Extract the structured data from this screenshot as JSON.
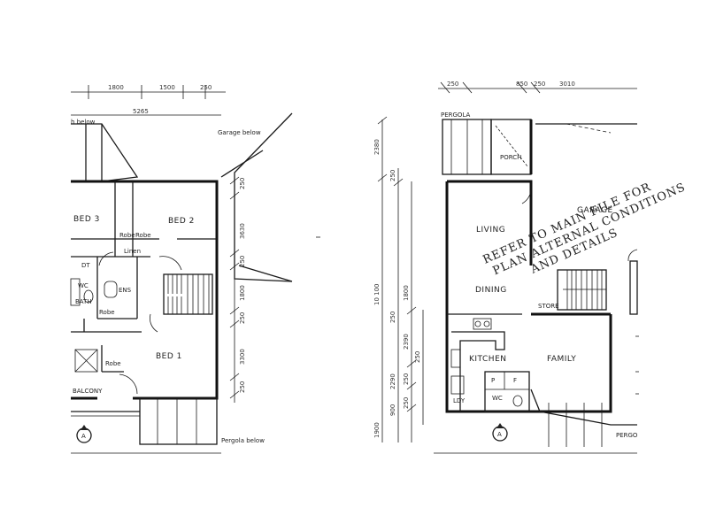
{
  "upper_floor": {
    "top_dims": [
      "1800",
      "1500",
      "250",
      "5265"
    ],
    "labels": {
      "bath_below": "h below",
      "garage_below": "Garage below",
      "bed3": "BED 3",
      "bed2": "BED 2",
      "bed1": "BED 1",
      "robe_a": "Robe",
      "robe_b": "Robe",
      "robe_c": "Robe",
      "robe_d": "Robe",
      "linen": "Linen",
      "bath": "BATH",
      "wc": "WC",
      "ens": "ENS",
      "dt": "DT",
      "balcony": "BALCONY",
      "pergola_below": "Pergola below"
    },
    "right_dims": [
      "250",
      "3630",
      "250",
      "1800",
      "250",
      "3300",
      "250"
    ],
    "section_marker": "A"
  },
  "ground_floor": {
    "top_dims": [
      "250",
      "850",
      "250",
      "3010"
    ],
    "left_dims": [
      "2380",
      "250",
      "10 100",
      "250",
      "1800",
      "2390",
      "250",
      "2290",
      "250",
      "900",
      "250",
      "1900"
    ],
    "labels": {
      "pergola": "PERGOLA",
      "porch": "PORCH",
      "living": "LIVING",
      "dining": "DINING",
      "garage": "GARAGE",
      "store": "STORE",
      "kitchen": "KITCHEN",
      "family": "FAMILY",
      "pantry": "P",
      "fridge": "F",
      "wc": "WC",
      "ldy": "LDY",
      "pergola_right": "PERGO"
    },
    "watermark": [
      "REFER TO MAIN FILE FOR",
      "PLAN ALTERNAL CONDITIONS",
      "AND DETAILS"
    ],
    "section_marker": "A"
  }
}
